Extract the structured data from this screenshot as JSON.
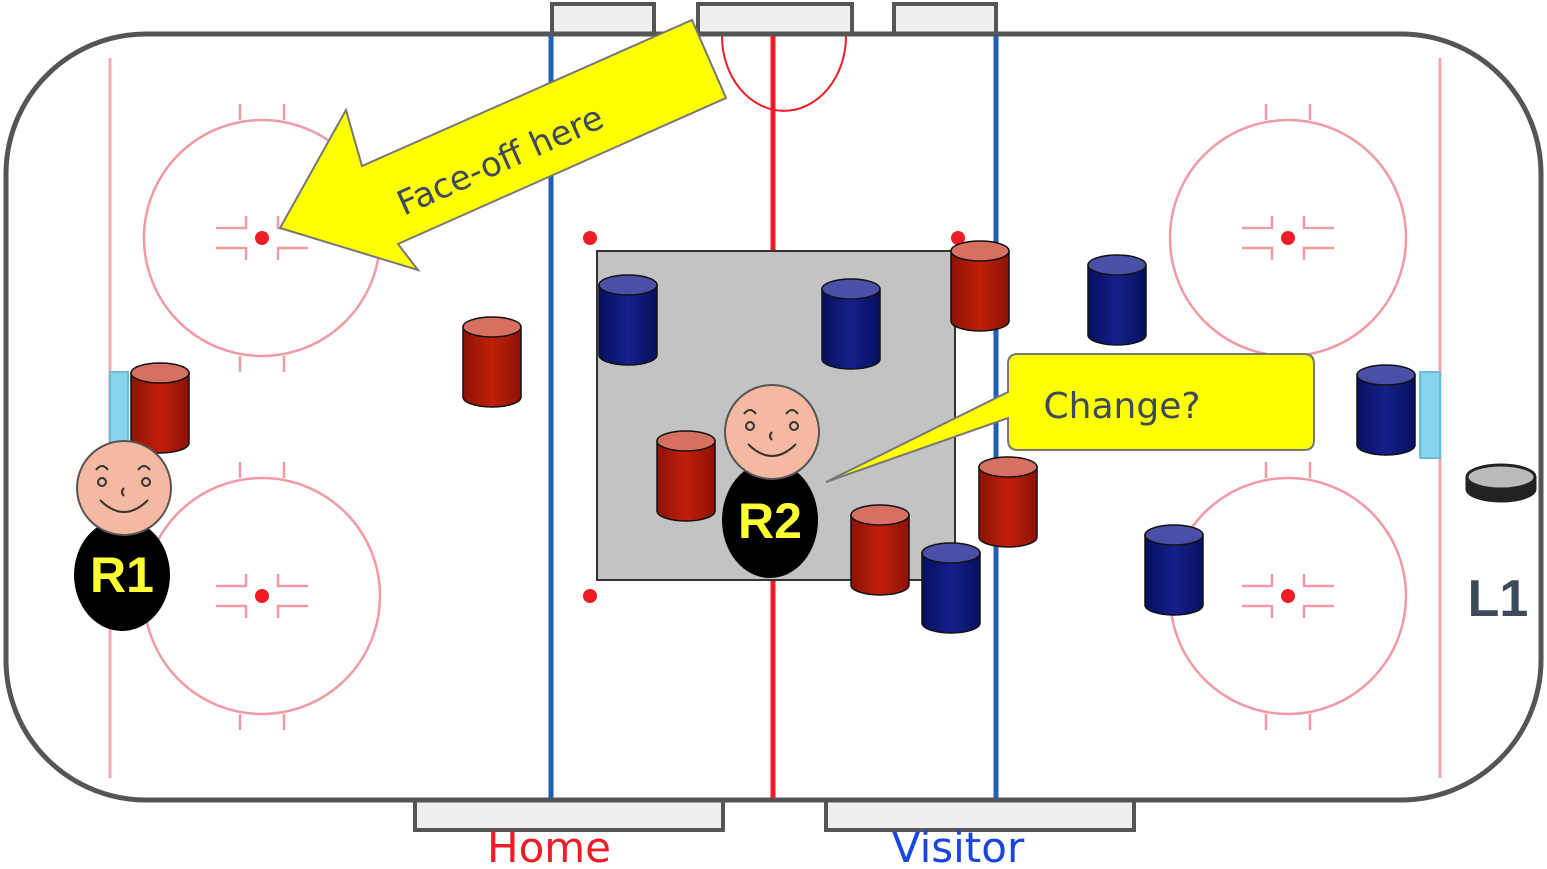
{
  "arrow_label": "Face-off here",
  "callout_label": "Change?",
  "referee_1": "R1",
  "referee_2": "R2",
  "linesman_1": "L1",
  "bench_home": "Home",
  "bench_visitor": "Visitor",
  "colors": {
    "red_line": "#ee1c24",
    "blue_line": "#1f5fb5",
    "circle_red": "#f09aa4",
    "home_player": "#b31a08",
    "home_player_top": "#d77060",
    "visitor_player": "#0e1a7a",
    "visitor_player_top": "#4a50a8",
    "zone_gray": "#c3c3c3",
    "callout_yellow": "#ffff00",
    "home_text": "#ee1c24",
    "visitor_text": "#1a46e0",
    "goal_crease": "#86d5ec"
  }
}
